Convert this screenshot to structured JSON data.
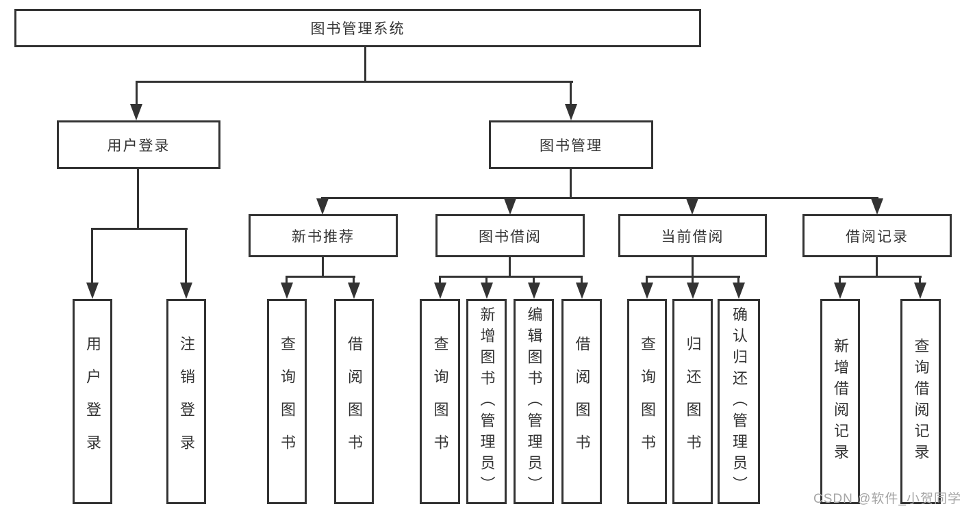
{
  "watermark": "CSDN @软件_小贺同学",
  "colors": {
    "line": "#333333",
    "background": "#ffffff",
    "watermark": "#a6a6a6"
  },
  "diagram": {
    "title": "图书管理系统",
    "branches": [
      {
        "label": "用户登录",
        "children": [
          "用户登录",
          "注销登录"
        ]
      },
      {
        "label": "图书管理",
        "groups": [
          {
            "label": "新书推荐",
            "children": [
              "查询图书",
              "借阅图书"
            ]
          },
          {
            "label": "图书借阅",
            "children": [
              "查询图书",
              "新增图书（管理员）",
              "编辑图书（管理员）",
              "借阅图书"
            ]
          },
          {
            "label": "当前借阅",
            "children": [
              "查询图书",
              "归还图书",
              "确认归还（管理员）"
            ]
          },
          {
            "label": "借阅记录",
            "children": [
              "新增借阅记录",
              "查询借阅记录"
            ]
          }
        ]
      }
    ]
  }
}
